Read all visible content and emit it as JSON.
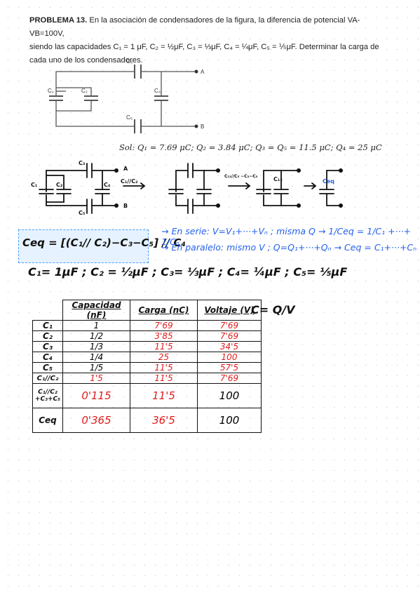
{
  "problem": {
    "label": "PROBLEMA 13.",
    "statement_1": "En la asociación de condensadores de la figura, la diferencia de potencial VA-VB=100V,",
    "statement_2": "siendo las capacidades C₁ = 1 μF, C₂ = ½μF, C₃ = ⅓μF, C₄ = ¼μF, C₅ = ⅕μF. Determinar la carga de",
    "statement_3": "cada uno de los condensadores."
  },
  "circuit": {
    "labels": [
      "C₁",
      "C₂",
      "C₃",
      "C₄",
      "C₅"
    ],
    "terminals": [
      "A",
      "B"
    ]
  },
  "solution": "Sol: Q₁ = 7.69 μC; Q₂ = 3.84 μC; Q₃ = Q₅ = 11.5 μC; Q₄ = 25 μC",
  "sketch": {
    "labels": [
      "C₃",
      "C₁",
      "C₂",
      "C₄",
      "C₅"
    ],
    "step_label_1": "C₁//C₂",
    "step_label_2": "C₁₂//C₅ −C₃−C₅",
    "step_box_label": "C₁₂",
    "final_label": "Ceq",
    "terminals": [
      "A",
      "B"
    ]
  },
  "notes": {
    "formula": "Ceq = [(C₁// C₂)−C₃−C₅] // C₄",
    "series": "→ En serie: V=V₁+···+Vₙ ; misma Q → 1/Ceq = 1/C₁ +···+ 1/Cₙ",
    "parallel": "→ En paralelo: mismo V ; Q=Q₁+···+Qₙ → Ceq = C₁+···+Cₙ"
  },
  "values_line": "C₁= 1μF ; C₂ = ½μF ; C₃= ⅓μF ; C₄= ¼μF ; C₅= ⅕μF",
  "table": {
    "headers": [
      "Capacidad (nF)",
      "Carga (nC)",
      "Voltaje (V)"
    ],
    "rows": [
      {
        "label": "C₁",
        "cap": "1",
        "charge": "7'69",
        "volt": "7'69"
      },
      {
        "label": "C₂",
        "cap": "1/2",
        "charge": "3'85",
        "volt": "7'69"
      },
      {
        "label": "C₃",
        "cap": "1/3",
        "charge": "11'5",
        "volt": "34'5"
      },
      {
        "label": "C₄",
        "cap": "1/4",
        "charge": "25",
        "volt": "100"
      },
      {
        "label": "C₅",
        "cap": "1/5",
        "charge": "11'5",
        "volt": "57'5"
      },
      {
        "label": "C₁//C₂",
        "cap": "1'5",
        "charge": "11'5",
        "volt": "7'69"
      },
      {
        "label": "C₁//C₂ +C₃+C₅",
        "cap": "0'115",
        "charge": "11'5",
        "volt": "100"
      },
      {
        "label": "Ceq",
        "cap": "0'365",
        "charge": "36'5",
        "volt": "100"
      }
    ]
  },
  "c_formula": "C= Q/V",
  "colors": {
    "ink": "#111111",
    "red": "#e11d1d",
    "blue": "#2563eb",
    "note_bg": "#e6f2ff"
  }
}
